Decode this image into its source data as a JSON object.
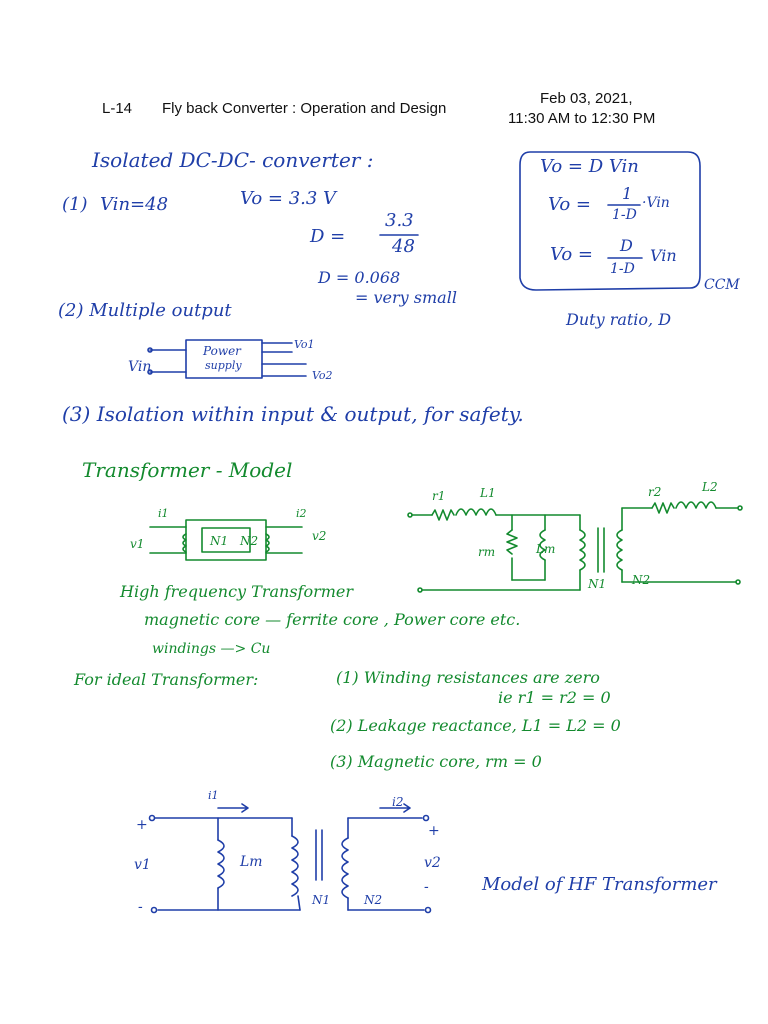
{
  "header": {
    "lecture": "L-14",
    "title": "Fly back Converter : Operation and Design",
    "date": "Feb 03, 2021,",
    "time": "11:30 AM to 12:30 PM"
  },
  "notes": {
    "isolated_heading": "Isolated DC-DC- converter :",
    "item1_label": "(1)",
    "item1_vin": "Vin=48",
    "item1_vo": "Vo = 3.3 V",
    "d_eq": "D =",
    "d_num": "3.3",
    "d_den": "48",
    "d_value": "D = 0.068",
    "d_comment": "= very small",
    "box_eq1": "Vo = D Vin",
    "box_eq2_lhs": "Vo =",
    "box_eq2_num": "1",
    "box_eq2_den": "1-D",
    "box_eq2_rhs": "·Vin",
    "box_eq3_lhs": "Vo =",
    "box_eq3_num": "D",
    "box_eq3_den": "1-D",
    "box_eq3_rhs": "Vin",
    "ccm": "CCM",
    "duty": "Duty ratio, D",
    "item2": "(2) Multiple output",
    "ps_line1": "Power",
    "ps_line2": "supply",
    "ps_vin": "Vin",
    "ps_vo1": "Vo1",
    "ps_vo2": "Vo2",
    "item3": "(3) Isolation within input & output, for safety.",
    "transformer_model": "Transformer - Model",
    "tm_i1": "i1",
    "tm_i2": "i2",
    "tm_v1": "v1",
    "tm_v2": "v2",
    "tm_n1": "N1",
    "tm_n2": "N2",
    "eq_r1": "r1",
    "eq_l1": "L1",
    "eq_r2": "r2",
    "eq_l2": "L2",
    "eq_rm": "rm",
    "eq_lm": "Lm",
    "eq_n1": "N1",
    "eq_n2": "N2",
    "hf_line1": "High frequency Transformer",
    "hf_line2": "magnetic core — ferrite core , Power core etc.",
    "hf_line3": "windings —> Cu",
    "ideal_intro": "For ideal Transformer:",
    "ideal1": "(1) Winding resistances are zero",
    "ideal1b": "ie  r1 = r2 = 0",
    "ideal2": "(2) Leakage reactance, L1 = L2 = 0",
    "ideal3": "(3) Magnetic core, rm = 0",
    "bm_i1": "i1",
    "bm_i2": "i2",
    "bm_v1": "v1",
    "bm_v2": "v2",
    "bm_lm": "Lm",
    "bm_n1": "N1",
    "bm_n2": "N2",
    "bm_plus": "+",
    "bm_minus": "-",
    "bm_caption": "Model of HF Transformer"
  }
}
